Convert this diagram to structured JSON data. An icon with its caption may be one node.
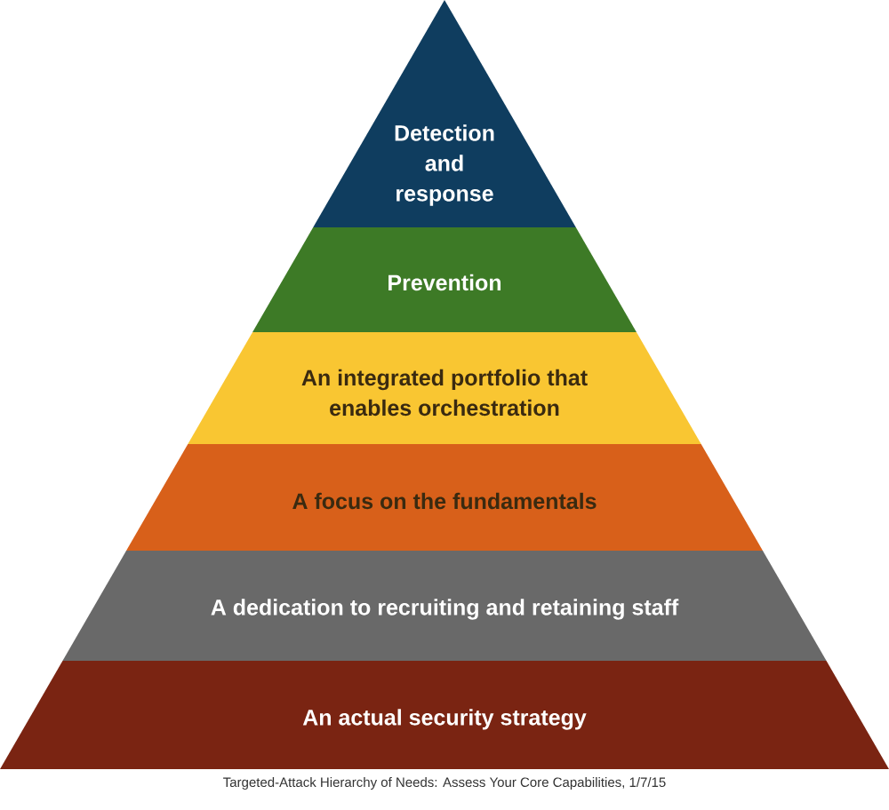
{
  "diagram": {
    "caption": "Targeted-Attack Hierarchy of Needs: Assess Your Core Capabilities, 1/7/15",
    "nodes": [
      {
        "text": [
          "Detection and response"
        ]
      },
      {
        "text": [
          "Prevention"
        ]
      },
      {
        "text": [
          "An integrated portfolio that enables orchestration"
        ]
      },
      {
        "text": [
          "A focus on the fundamentals"
        ]
      },
      {
        "text": [
          "A dedication to recruiting and retaining staff"
        ]
      },
      {
        "text": [
          "An actual security strategy"
        ]
      }
    ]
  }
}
